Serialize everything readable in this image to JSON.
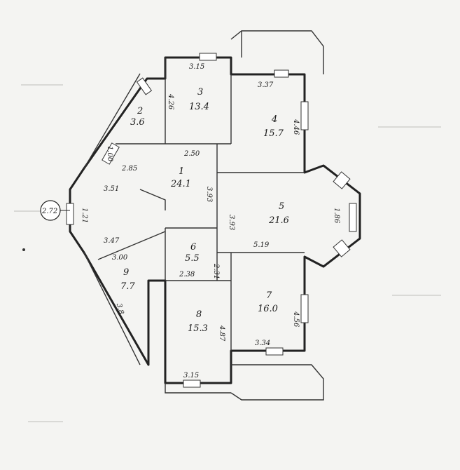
{
  "rooms": [
    {
      "id": "1",
      "area": "24.1"
    },
    {
      "id": "2",
      "area": "3.6"
    },
    {
      "id": "3",
      "area": "13.4"
    },
    {
      "id": "4",
      "area": "15.7"
    },
    {
      "id": "5",
      "area": "21.6"
    },
    {
      "id": "6",
      "area": "5.5"
    },
    {
      "id": "7",
      "area": "16.0"
    },
    {
      "id": "8",
      "area": "15.3"
    },
    {
      "id": "9",
      "area": "7.7"
    }
  ],
  "dimensions": [
    "3.15",
    "4.26",
    "3.37",
    "4.46",
    "2.50",
    "1.00",
    "2.85",
    "3.51",
    "3.93",
    "3.93",
    "1.86",
    "5.19",
    "1.21",
    "3.47",
    "3.00",
    "2.31",
    "2.38",
    "3.8",
    "4.56",
    "4.87",
    "3.34",
    "3.15"
  ],
  "callout": "2.72"
}
